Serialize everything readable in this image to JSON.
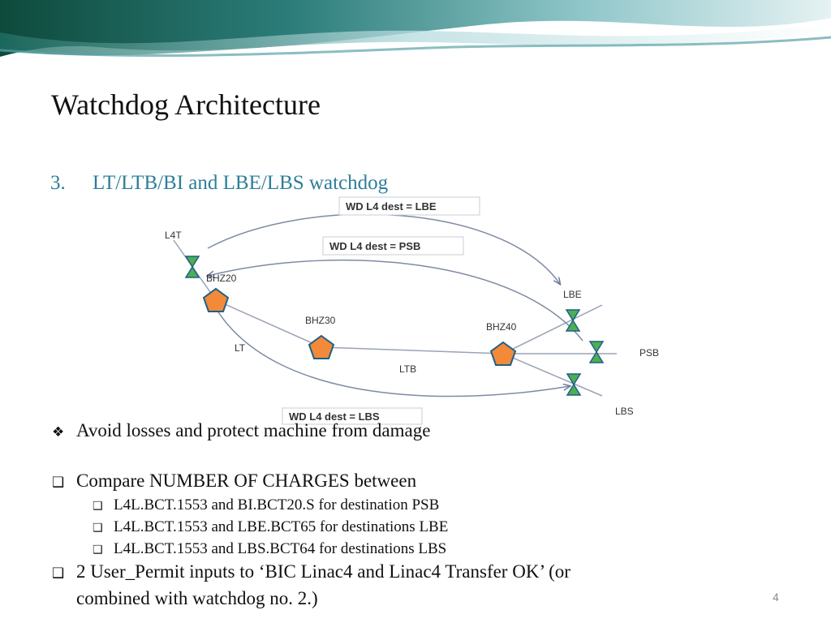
{
  "slide": {
    "title": "Watchdog Architecture",
    "section_number": "3.",
    "section_title": "LT/LTB/BI and LBE/LBS watchdog",
    "page_number": "4"
  },
  "diagram": {
    "nodes": {
      "l4t": "L4T",
      "bhz20": "BHZ20",
      "bhz30": "BHZ30",
      "bhz40": "BHZ40",
      "lbe": "LBE",
      "psb": "PSB",
      "lbs": "LBS",
      "lt": "LT",
      "ltb": "LTB"
    },
    "boxes": {
      "lbe": "WD L4 dest = LBE",
      "psb": "WD L4 dest = PSB",
      "lbs": "WD L4 dest = LBS"
    },
    "colors": {
      "monitor_fill": "#f28a3a",
      "watchdog_fill": "#4caf50",
      "arrow": "#8a96b0",
      "line": "#9aa3b5"
    }
  },
  "bullets": {
    "b1": "Avoid losses and protect machine from damage",
    "b2": "Compare NUMBER OF CHARGES between",
    "s1": "L4L.BCT.1553 and BI.BCT20.S for destination PSB",
    "s2": "L4L.BCT.1553 and LBE.BCT65 for destinations LBE",
    "s3": "L4L.BCT.1553 and LBS.BCT64 for destinations LBS",
    "b3_line1": "2 User_Permit inputs to ‘BIC Linac4 and Linac4 Transfer OK’ (or",
    "b3_line2": "combined with watchdog no. 2.)",
    "diamond_marker": "❖",
    "box_marker": "❑"
  }
}
